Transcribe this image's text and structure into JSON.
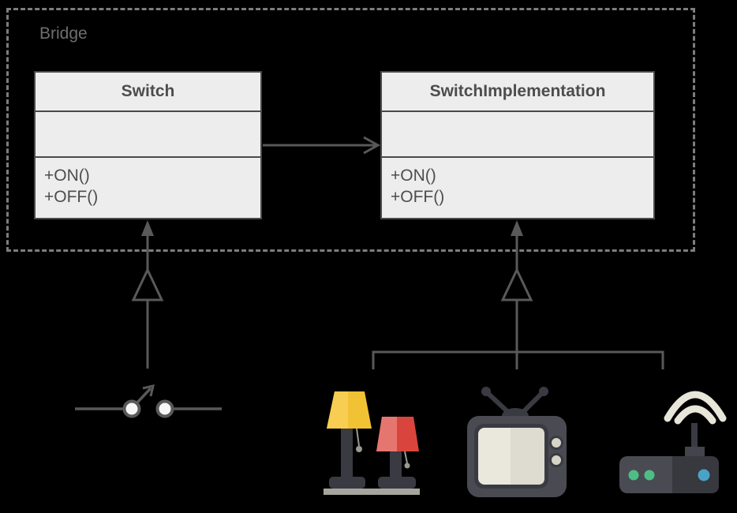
{
  "diagram": {
    "frame_label": "Bridge",
    "classes": [
      {
        "name": "Switch",
        "attributes": [],
        "methods": [
          "+ON()",
          "+OFF()"
        ]
      },
      {
        "name": "SwitchImplementation",
        "attributes": [],
        "methods": [
          "+ON()",
          "+OFF()"
        ]
      }
    ],
    "relations": [
      {
        "from": "Switch",
        "to": "SwitchImplementation",
        "type": "directed-association"
      },
      {
        "from": "electrical-switch-symbol",
        "to": "Switch",
        "type": "generalization"
      },
      {
        "from": "devices-group",
        "to": "SwitchImplementation",
        "type": "generalization"
      }
    ],
    "icons": {
      "switch_symbol": "electrical-switch-symbol",
      "lamps": "table-lamps",
      "tv": "retro-television",
      "router": "wifi-router"
    },
    "colors": {
      "background": "#000000",
      "line": "#595959",
      "frame_dash": "#7D7D7D",
      "frame_label_text": "#6E6E6E",
      "box_fill": "#EDEDED",
      "box_border": "#4A4A4A",
      "box_text": "#4D4D4D",
      "charcoal": "#3A3A42",
      "device_gray": "#4A4A52",
      "device_gray_dark": "#38383F",
      "floor_gray": "#A5A59D",
      "cord_gray": "#9A9A92",
      "lamp_yellow_light": "#F7CE51",
      "lamp_yellow_dark": "#F1C233",
      "lamp_red_light": "#E5766F",
      "lamp_red_dark": "#D9453C",
      "screen_cream_light": "#EAE8DC",
      "screen_cream_dark": "#DEDCD0",
      "knob_cream": "#D6D4C6",
      "wifi_cream": "#E8E6D9",
      "led_green": "#4DBD86",
      "led_blue": "#4AA3C7",
      "switch_node_fill": "#F6F6F6"
    }
  }
}
